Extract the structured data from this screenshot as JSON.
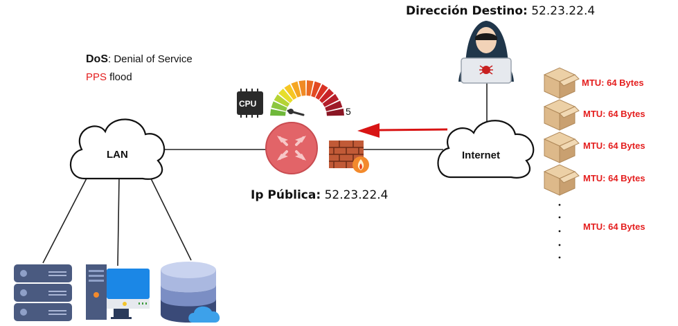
{
  "destination": {
    "label": "Dirección Destino:",
    "value": "52.23.22.4"
  },
  "public_ip": {
    "label": "Ip Pública:",
    "value": "52.23.22.4"
  },
  "legend": {
    "dos_abbr": "DoS",
    "dos_rest": ": Denial of Service",
    "pps_abbr": "PPS",
    "pps_rest": " flood"
  },
  "clouds": {
    "lan": "LAN",
    "internet": "Internet"
  },
  "cpu_gauge": {
    "label": "CPU",
    "max_label": "5"
  },
  "packets": [
    {
      "mtu": "MTU: 64 Bytes"
    },
    {
      "mtu": "MTU: 64 Bytes"
    },
    {
      "mtu": "MTU: 64 Bytes"
    },
    {
      "mtu": "MTU: 64 Bytes"
    },
    {
      "mtu": "MTU: 64 Bytes"
    }
  ],
  "colors": {
    "attack_arrow": "#d81414",
    "mtu_text": "#e41e1e",
    "router": "#e26468",
    "firewall": "#a4472a",
    "server": "#4a5a80",
    "monitor": "#1b87e6",
    "database": "#3a4a78"
  }
}
